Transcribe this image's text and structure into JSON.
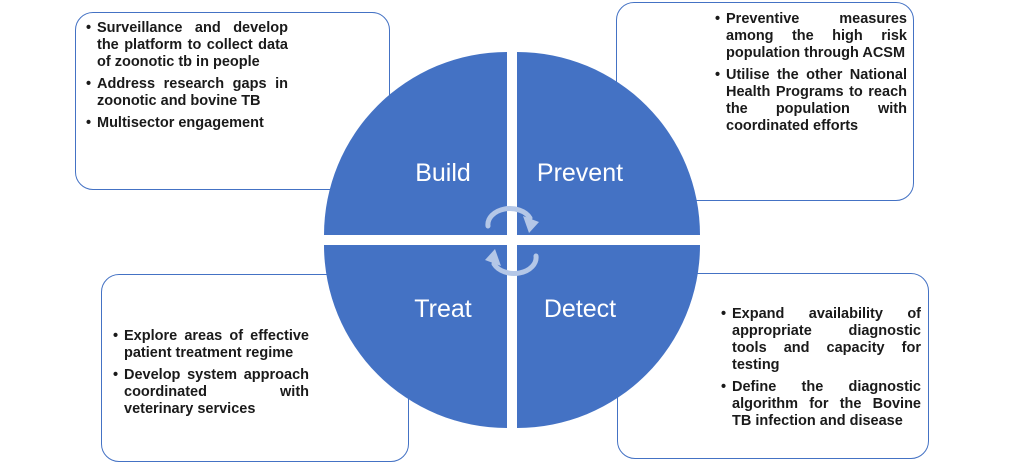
{
  "quadrants": {
    "build": "Build",
    "prevent": "Prevent",
    "treat": "Treat",
    "detect": "Detect"
  },
  "boxes": {
    "build": [
      "Surveillance and develop the platform to collect data of zoonotic tb in people",
      "Address research gaps in zoonotic and bovine TB",
      "Multisector engagement"
    ],
    "prevent": [
      "Preventive measures among the high risk population through ACSM",
      "Utilise the other National Health Programs to reach the population with coordinated efforts"
    ],
    "treat": [
      "Explore areas of effective patient treatment regime",
      "Develop system approach coordinated with veterinary services"
    ],
    "detect": [
      "Expand availability of appropriate diagnostic tools and capacity for testing",
      "Define the diagnostic algorithm for the Bovine TB infection and disease"
    ]
  },
  "colors": {
    "quadrant_fill": "#4472c4",
    "box_border": "#4472c4",
    "arrow_fill": "#b4c7e7"
  },
  "icons": [
    "cycle-arrow-icon"
  ]
}
